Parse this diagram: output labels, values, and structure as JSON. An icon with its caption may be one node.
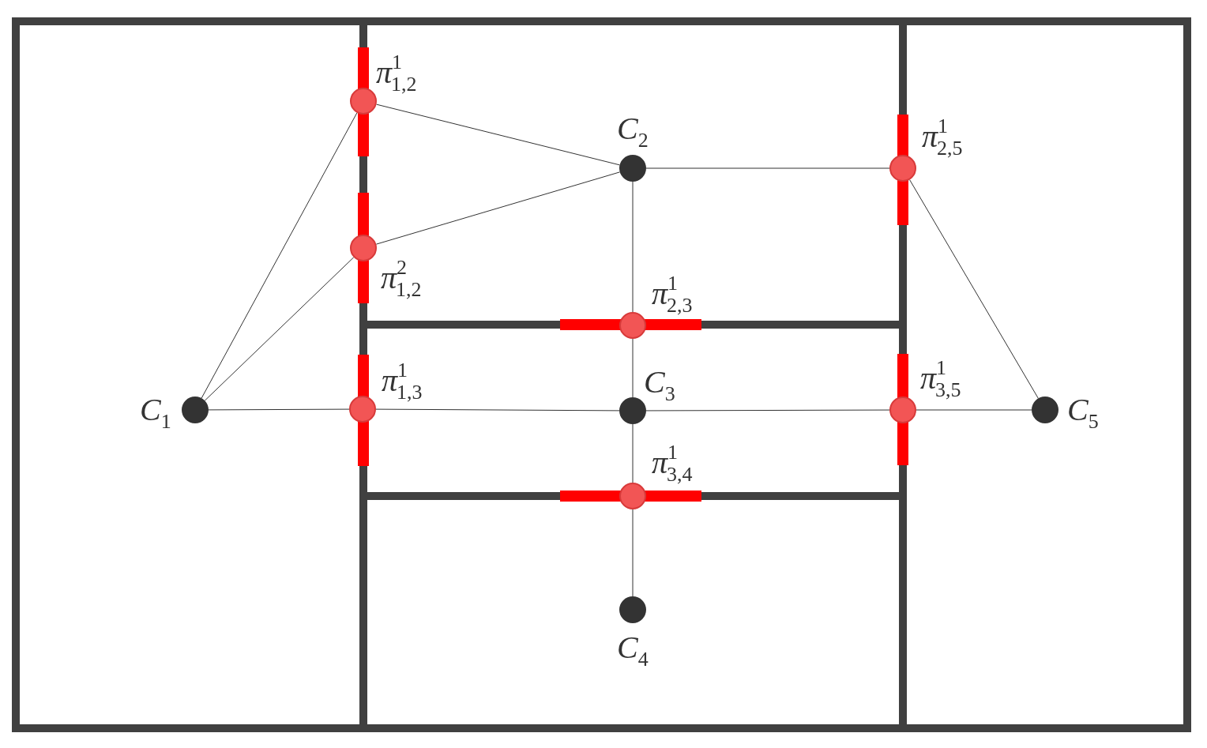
{
  "diagram": {
    "nodes": [
      {
        "text": [],
        "shape": "circle",
        "beside": [
          "*π*$^{1}$$_{1,2}$"
        ]
      },
      {
        "text": [],
        "shape": "circle",
        "beside": [
          "*C*$_{2}$"
        ]
      },
      {
        "text": [],
        "shape": "circle",
        "beside": [
          "*π*$^{1}$$_{2,5}$"
        ]
      },
      {
        "text": [],
        "shape": "circle",
        "beside": [
          "*π*$^{2}$$_{1,2}$"
        ]
      },
      {
        "text": [],
        "shape": "circle",
        "beside": [
          "*π*$^{1}$$_{2,3}$"
        ]
      },
      {
        "text": [],
        "shape": "circle",
        "beside": [
          "*C*$_{1}$"
        ]
      },
      {
        "text": [],
        "shape": "circle",
        "beside": [
          "*π*$^{1}$$_{1,3}$"
        ]
      },
      {
        "text": [],
        "shape": "circle",
        "beside": [
          "*C*$_{3}$"
        ]
      },
      {
        "text": [],
        "shape": "circle",
        "beside": [
          "*π*$^{1}$$_{3,5}$"
        ]
      },
      {
        "text": [],
        "shape": "circle",
        "beside": [
          "*C*$_{5}$"
        ]
      },
      {
        "text": [],
        "shape": "circle",
        "beside": [
          "*π*$^{1}$$_{3,4}$"
        ]
      },
      {
        "text": [],
        "shape": "circle",
        "beside": [
          "*C*$_{4}$"
        ]
      }
    ],
    "edges": [
      {
        "from": 5,
        "to": 0,
        "arrow": "none"
      },
      {
        "from": 5,
        "to": 3,
        "arrow": "none"
      },
      {
        "from": 5,
        "to": 6,
        "arrow": "none"
      },
      {
        "from": 0,
        "to": 1,
        "arrow": "none"
      },
      {
        "from": 3,
        "to": 1,
        "arrow": "none"
      },
      {
        "from": 1,
        "to": 2,
        "arrow": "none"
      },
      {
        "from": 2,
        "to": 9,
        "arrow": "none"
      },
      {
        "from": 1,
        "to": 4,
        "arrow": "none"
      },
      {
        "from": 4,
        "to": 7,
        "arrow": "none"
      },
      {
        "from": 6,
        "to": 7,
        "arrow": "none"
      },
      {
        "from": 7,
        "to": 8,
        "arrow": "none"
      },
      {
        "from": 8,
        "to": 9,
        "arrow": "none"
      },
      {
        "from": 7,
        "to": 10,
        "arrow": "none"
      },
      {
        "from": 10,
        "to": 11,
        "arrow": "none"
      }
    ]
  }
}
